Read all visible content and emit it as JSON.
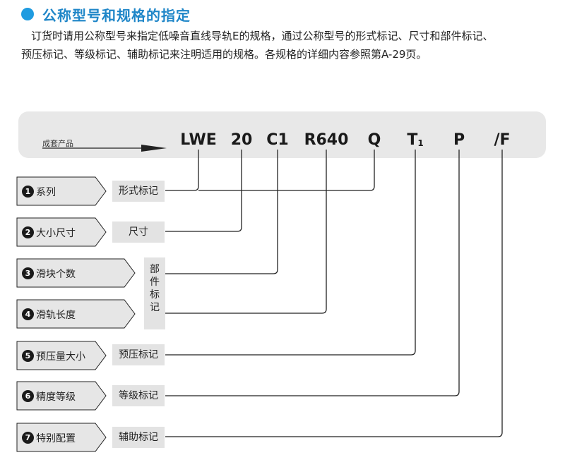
{
  "heading": {
    "title": "公称型号和规格的指定",
    "bullet_color": "#1f9be0",
    "title_color": "#1f86c8"
  },
  "description": {
    "line1": "订货时请用公称型号来指定低噪音直线导轨E的规格，通过公称型号的形式标记、尺寸和部件标记、",
    "line2": "预压标记、等级标记、辅助标记来注明适用的规格。各规格的详细内容参照第A-29页。"
  },
  "designation": {
    "product_label": "成套产品",
    "codes": {
      "lwe": "LWE",
      "size": "20",
      "c1": "C1",
      "r640": "R640",
      "q": "Q",
      "t_main": "T",
      "t_sub": "1",
      "p": "P",
      "f": "/F"
    }
  },
  "items": [
    {
      "number": "1",
      "name": "系列"
    },
    {
      "number": "2",
      "name": "大小尺寸"
    },
    {
      "number": "3",
      "name": "滑块个数"
    },
    {
      "number": "4",
      "name": "滑轨长度"
    },
    {
      "number": "5",
      "name": "预压量大小"
    },
    {
      "number": "6",
      "name": "精度等级"
    },
    {
      "number": "7",
      "name": "特别配置"
    }
  ],
  "tags": {
    "form": "形式标记",
    "size": "尺寸",
    "parts_1": "部",
    "parts_2": "件",
    "parts_3": "标",
    "parts_4": "记",
    "preload": "预压标记",
    "grade": "等级标记",
    "auxiliary": "辅助标记"
  },
  "colors": {
    "band": "#e8e8e8",
    "tag": "#e3e3e3",
    "line": "#222222"
  }
}
